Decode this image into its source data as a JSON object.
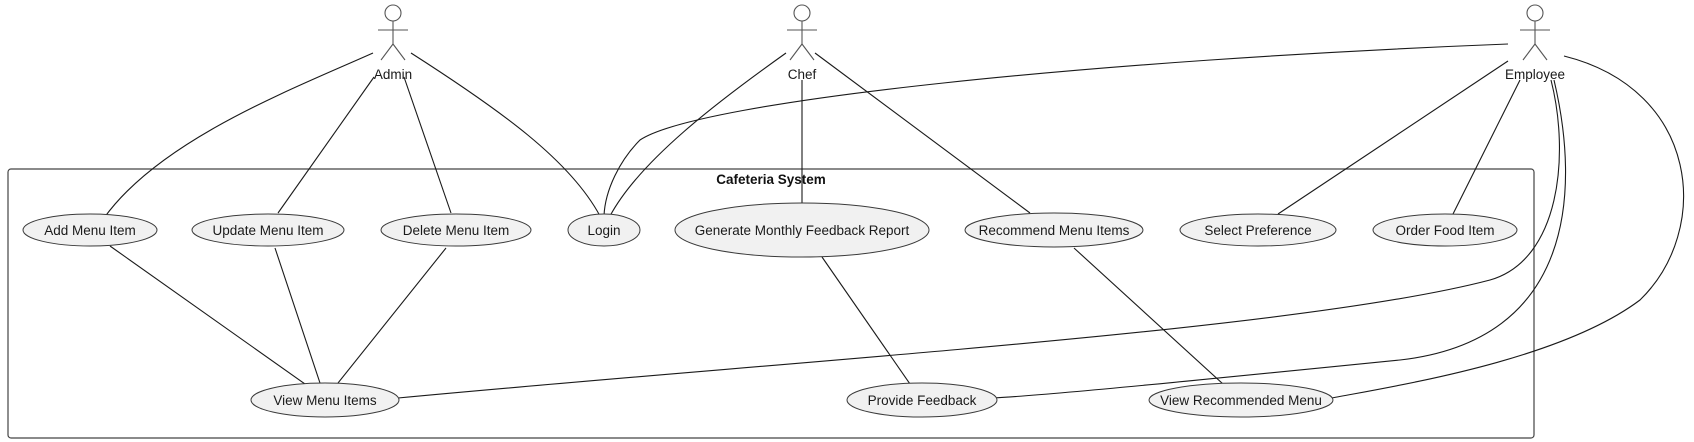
{
  "system": {
    "title": "Cafeteria System"
  },
  "actors": [
    {
      "id": "admin",
      "label": "Admin"
    },
    {
      "id": "chef",
      "label": "Chef"
    },
    {
      "id": "employee",
      "label": "Employee"
    }
  ],
  "usecases": [
    {
      "id": "add",
      "label": "Add Menu Item"
    },
    {
      "id": "update",
      "label": "Update Menu Item"
    },
    {
      "id": "delete",
      "label": "Delete Menu Item"
    },
    {
      "id": "login",
      "label": "Login"
    },
    {
      "id": "genreport",
      "label": "Generate Monthly Feedback Report"
    },
    {
      "id": "recommend",
      "label": "Recommend Menu Items"
    },
    {
      "id": "selectpref",
      "label": "Select Preference"
    },
    {
      "id": "order",
      "label": "Order Food Item"
    },
    {
      "id": "viewmenu",
      "label": "View Menu Items"
    },
    {
      "id": "feedback",
      "label": "Provide Feedback"
    },
    {
      "id": "viewrec",
      "label": "View Recommended Menu"
    }
  ]
}
